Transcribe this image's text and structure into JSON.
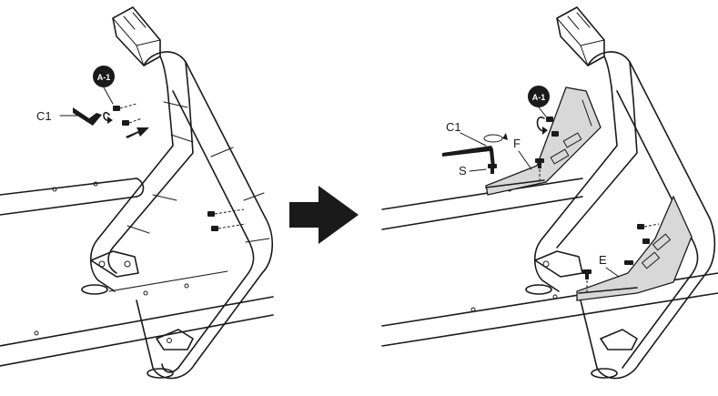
{
  "steps": {
    "left": {
      "tool_label": "C1",
      "part_badge": "A-1"
    },
    "right": {
      "tool_label": "C1",
      "part_badge": "A-1",
      "bracket_top_label": "F",
      "screw_label": "S",
      "bracket_bottom_label": "E"
    }
  },
  "colors": {
    "line": "#1a1a1a",
    "bracket_fill": "#d8d8d8",
    "arrow": "#1a1a1a"
  },
  "icons": {
    "transition": "right-arrow-icon",
    "rotation": "rotate-arrow-icon"
  }
}
